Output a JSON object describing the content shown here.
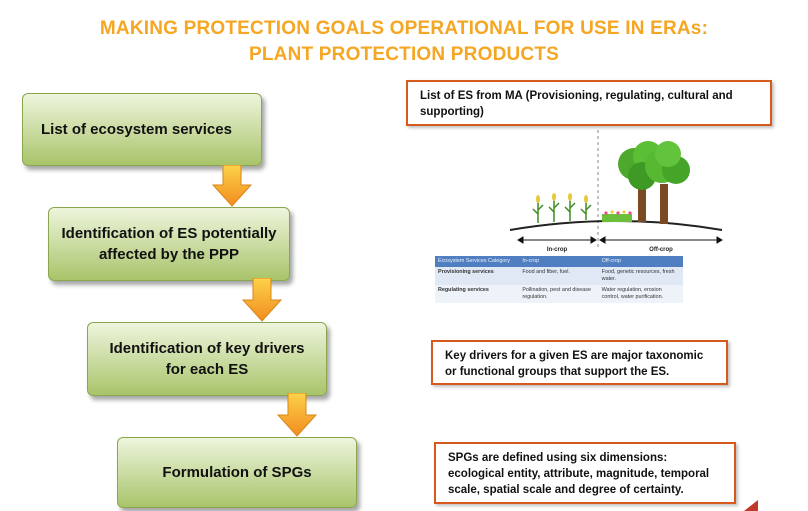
{
  "title": {
    "line1": "MAKING PROTECTION GOALS OPERATIONAL FOR USE IN ERAs:",
    "line2": "PLANT PROTECTION PRODUCTS",
    "color": "#f5a623"
  },
  "steps": [
    {
      "label": "List of ecosystem services"
    },
    {
      "label": "Identification of ES potentially affected by the PPP"
    },
    {
      "label": "Identification of key drivers for each ES"
    },
    {
      "label": "Formulation of SPGs"
    }
  ],
  "notes": {
    "ma_list": "List of ES from MA (Provisioning, regulating, cultural and supporting)",
    "key_drivers": "Key drivers for a given ES are major taxonomic or functional groups that support the ES.",
    "spgs": "SPGs are defined using six dimensions: ecological entity, attribute, magnitude, temporal scale, spatial scale and degree of certainty."
  },
  "scene": {
    "in_crop": "In-crop",
    "off_crop": "Off-crop"
  },
  "table": {
    "header": [
      "Ecosystem Services Category",
      "In-crop",
      "Off-crop"
    ],
    "rows": [
      [
        "Provisioning services",
        "Food and fiber, fuel.",
        "Food, genetic resources, fresh water."
      ],
      [
        "Regulating services",
        "Pollination, pest and disease regulation.",
        "Water regulation, erosion control, water purification."
      ]
    ]
  },
  "colors": {
    "title": "#f5a623",
    "step_fill_top": "#eef5dd",
    "step_fill_bottom": "#a9c46a",
    "arrow": "#f7a823",
    "note_border": "#d65a1c"
  }
}
